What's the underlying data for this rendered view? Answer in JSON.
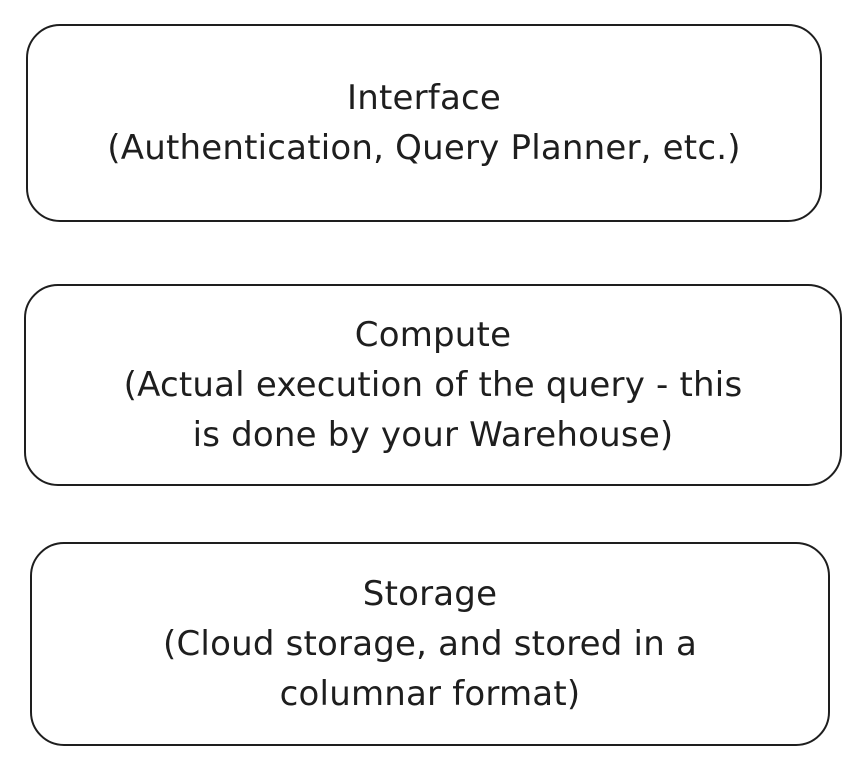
{
  "layers": {
    "interface": {
      "title": "Interface",
      "lines": [
        "(Authentication, Query Planner, etc.)"
      ]
    },
    "compute": {
      "title": "Compute",
      "lines": [
        "(Actual execution of the query - this",
        "is done by your Warehouse)"
      ]
    },
    "storage": {
      "title": "Storage",
      "lines": [
        "(Cloud storage, and stored in a",
        "columnar format)"
      ]
    }
  }
}
